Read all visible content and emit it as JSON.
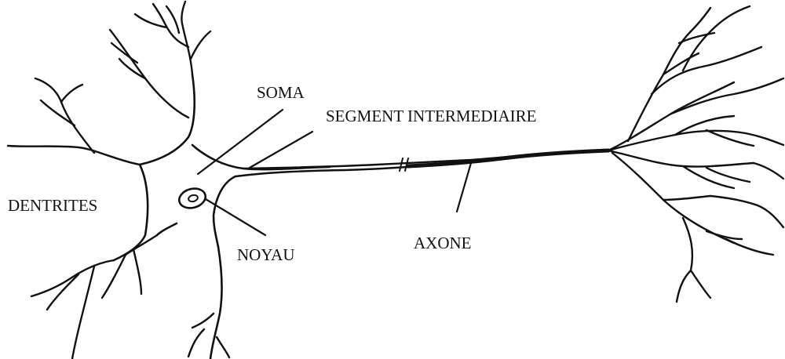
{
  "labels": {
    "soma": "SOMA",
    "segment": "SEGMENT INTERMEDIAIRE",
    "dendrites": "DENTRITES",
    "noyau": "NOYAU",
    "axone": "AXONE"
  },
  "colors": {
    "ink": "#111111",
    "background": "#ffffff"
  }
}
